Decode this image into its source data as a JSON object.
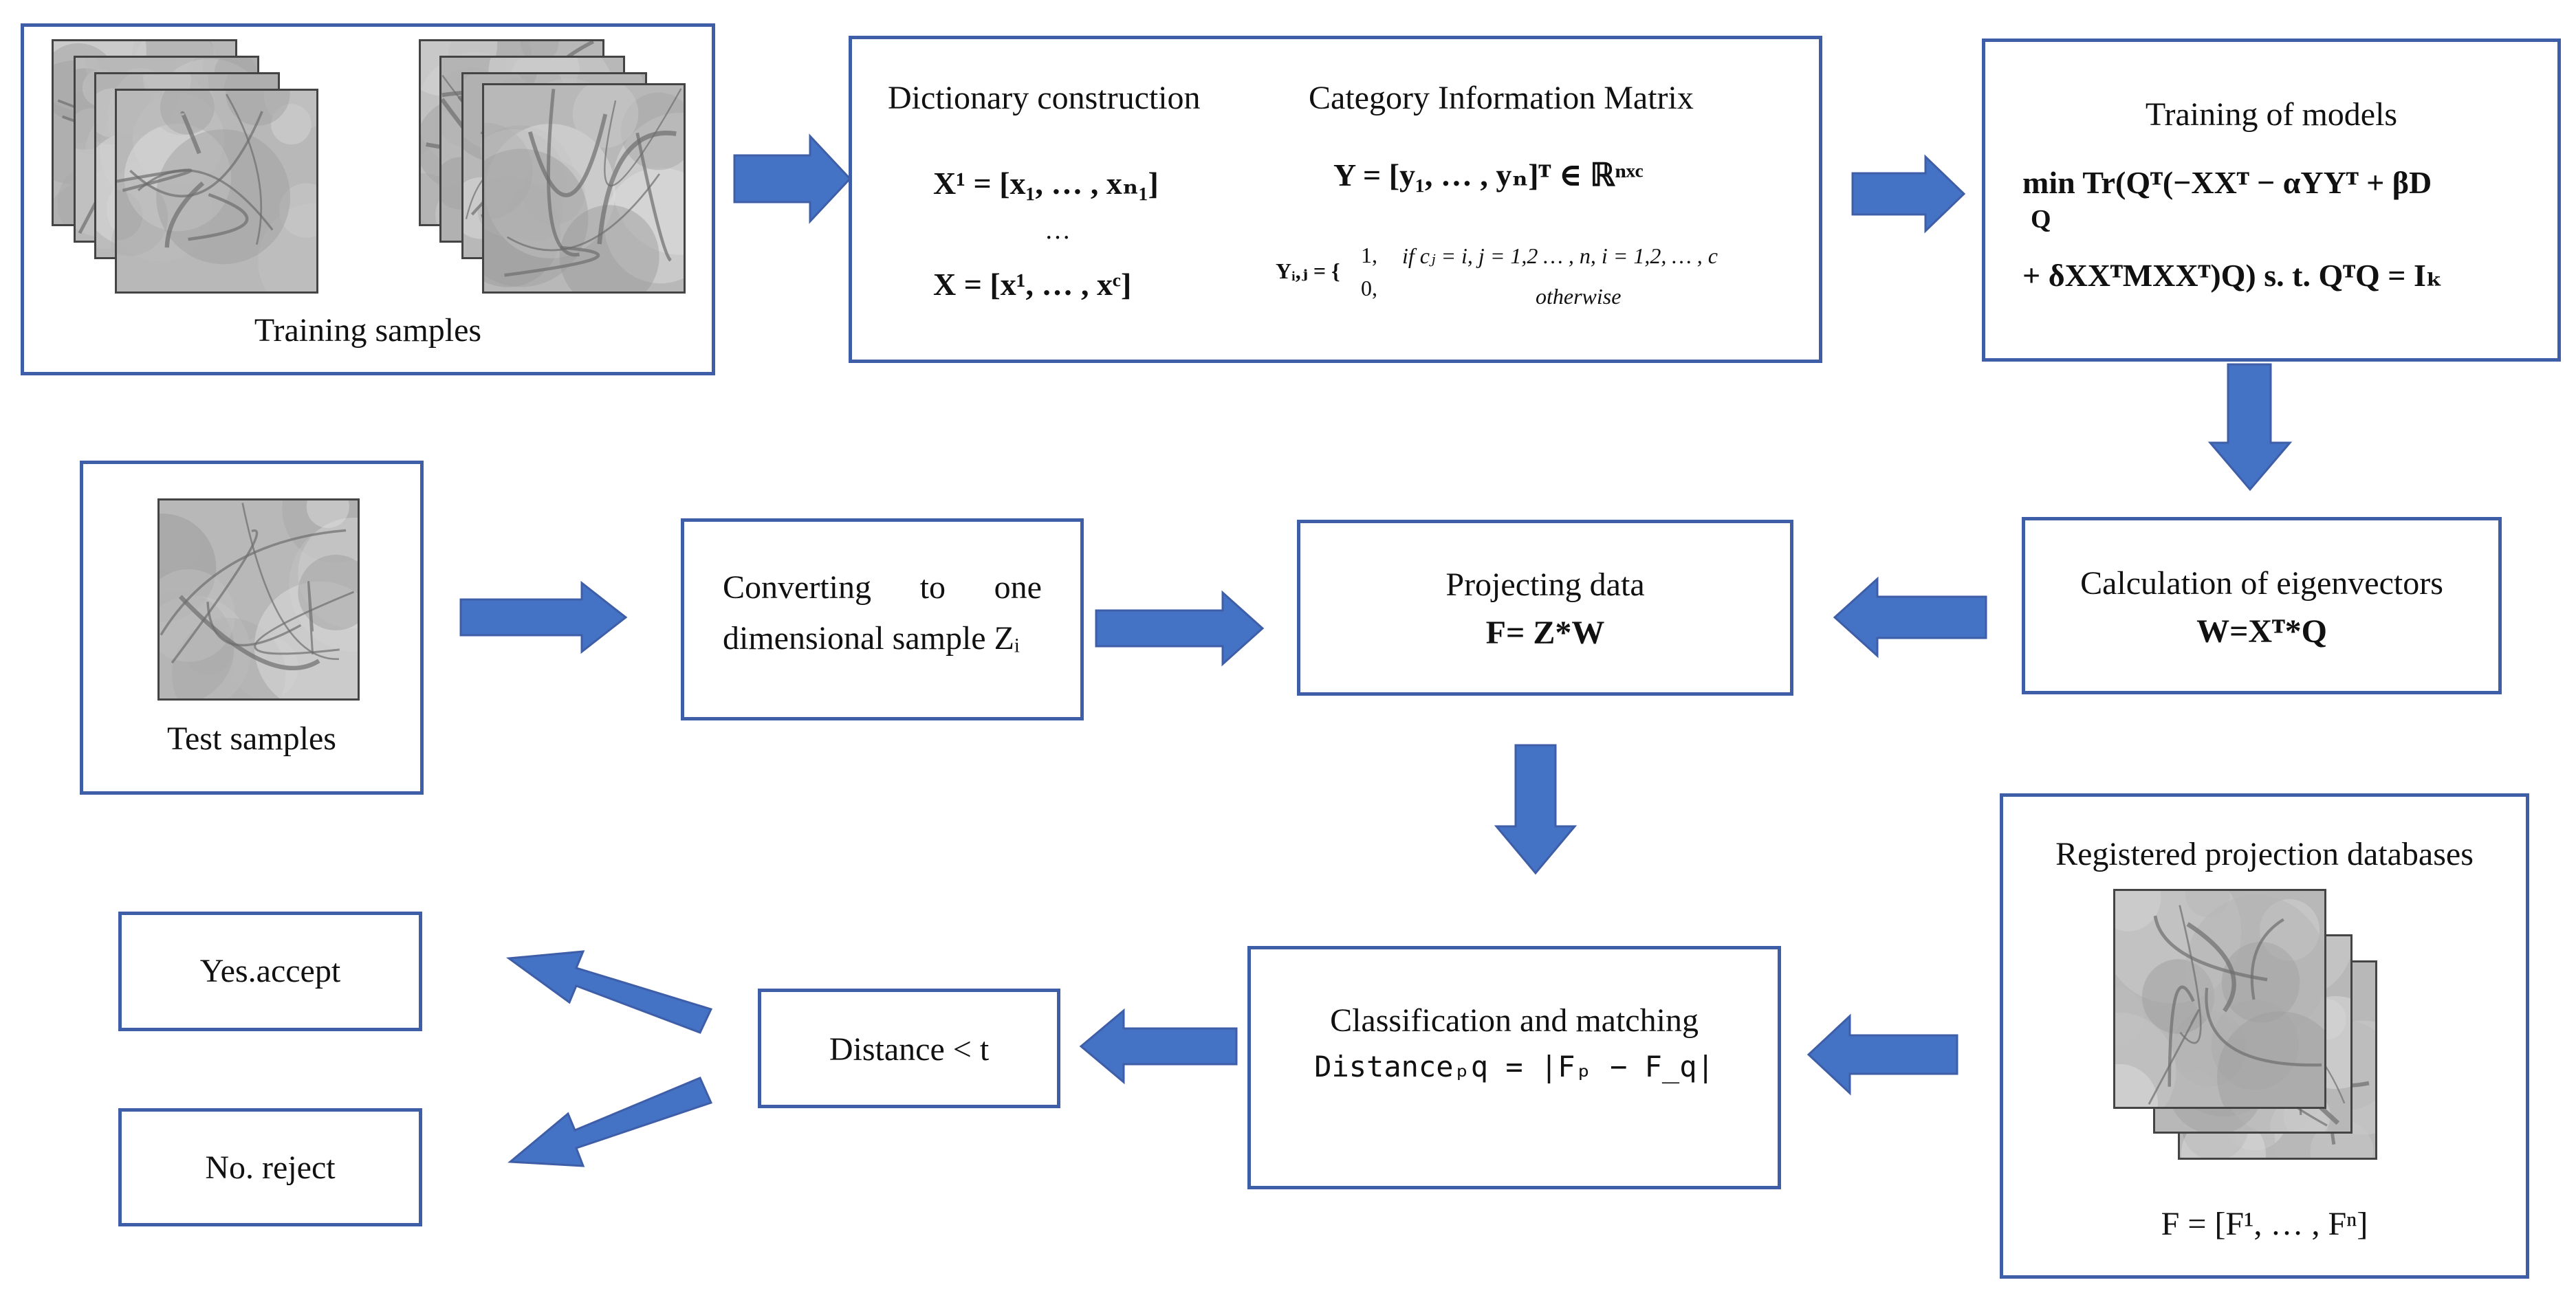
{
  "training": {
    "caption": "Training samples"
  },
  "dictionary": {
    "heading": "Dictionary construction",
    "x1_eq": "X¹ = [x₁, … , xₙ₁]",
    "dots": "…",
    "x_eq": "X = [x¹, … , xᶜ]"
  },
  "category": {
    "heading": "Category Information Matrix",
    "y_eq": "Y = [y₁, … , yₙ]ᵀ ∈ ℝⁿˣᶜ",
    "yij_label": "Yᵢ,ⱼ = {",
    "case1_val": "1,",
    "case1_cond": "if cⱼ = i, j = 1,2 … , n, i = 1,2, … , c",
    "case2_val": "0,",
    "case2_cond": "otherwise"
  },
  "training_models": {
    "title": "Training of models",
    "eq_line1": "min Tr(Qᵀ(−XXᵀ − αYYᵀ + βD",
    "min_sub": "Q",
    "eq_line2": "+ δXXᵀMXXᵀ)Q)     s. t. QᵀQ = Iₖ"
  },
  "eigen": {
    "title": "Calculation of eigenvectors",
    "eq": "W=Xᵀ*Q"
  },
  "projecting": {
    "title": "Projecting data",
    "eq": "F= Z*W"
  },
  "converting": {
    "line1_words": [
      "Converting",
      "to",
      "one"
    ],
    "line2": "dimensional sample Zᵢ"
  },
  "test": {
    "caption": "Test samples"
  },
  "registered": {
    "title": "Registered projection databases",
    "eq": "F = [F¹, … , Fⁿ]"
  },
  "classification": {
    "title": "Classification and matching",
    "eq": "Distanceₚq = |Fₚ − F_q|"
  },
  "distance": {
    "label": "Distance < t"
  },
  "accept": {
    "label": "Yes.accept"
  },
  "reject": {
    "label": "No. reject"
  },
  "colors": {
    "arrow": "#4472C4",
    "box_border": "#3F5EA8"
  }
}
